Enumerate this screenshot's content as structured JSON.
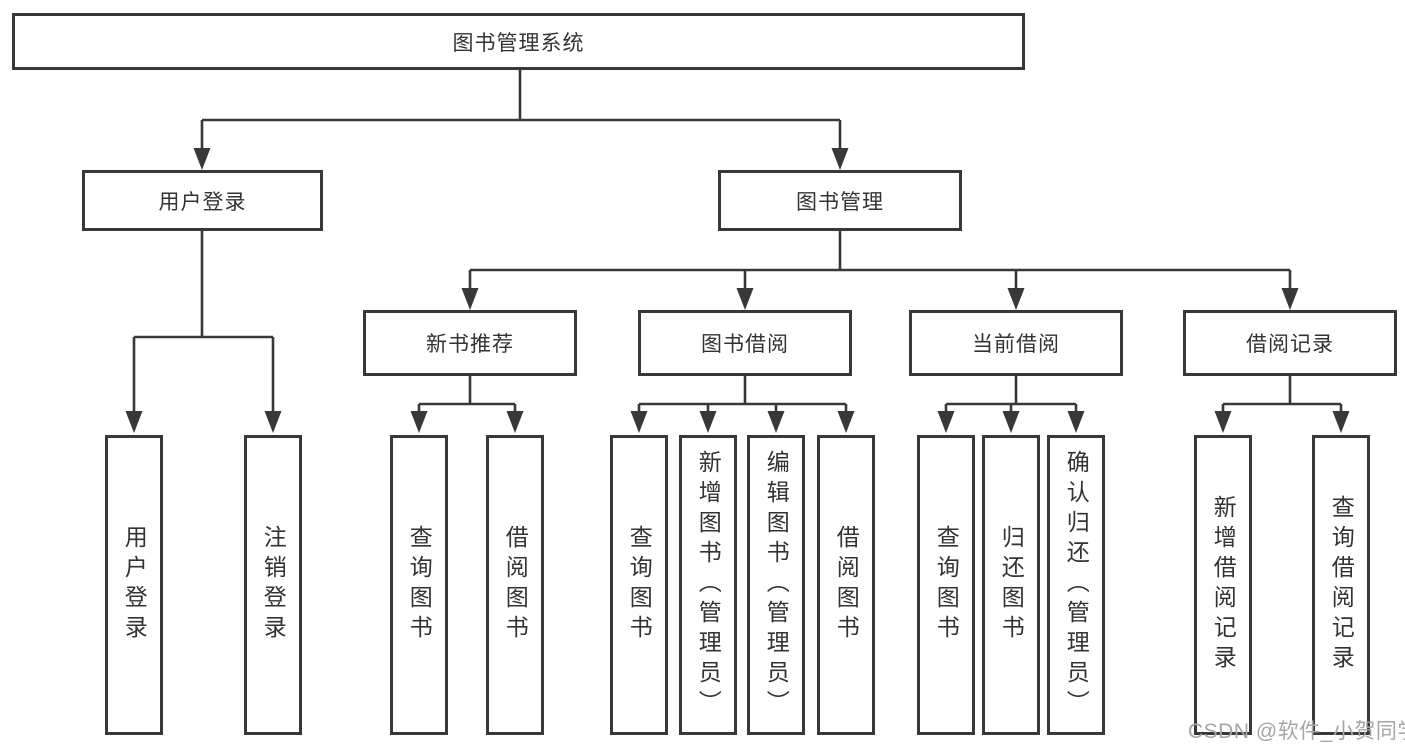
{
  "diagram": {
    "title": "图书管理系统",
    "watermark": "CSDN @软件_小贺同学",
    "colors": {
      "line": "#383838",
      "text": "#333333",
      "watermark": "#a6a6a6",
      "background": "#ffffff"
    },
    "root": {
      "label": "图书管理系统",
      "children": [
        {
          "label": "用户登录",
          "children": [
            {
              "label": "用户登录"
            },
            {
              "label": "注销登录"
            }
          ]
        },
        {
          "label": "图书管理",
          "children": [
            {
              "label": "新书推荐",
              "children": [
                {
                  "label": "查询图书"
                },
                {
                  "label": "借阅图书"
                }
              ]
            },
            {
              "label": "图书借阅",
              "children": [
                {
                  "label": "查询图书"
                },
                {
                  "label": "新增图书（管理员）"
                },
                {
                  "label": "编辑图书（管理员）"
                },
                {
                  "label": "借阅图书"
                }
              ]
            },
            {
              "label": "当前借阅",
              "children": [
                {
                  "label": "查询图书"
                },
                {
                  "label": "归还图书"
                },
                {
                  "label": "确认归还（管理员）"
                }
              ]
            },
            {
              "label": "借阅记录",
              "children": [
                {
                  "label": "新增借阅记录"
                },
                {
                  "label": "查询借阅记录"
                }
              ]
            }
          ]
        }
      ]
    }
  }
}
